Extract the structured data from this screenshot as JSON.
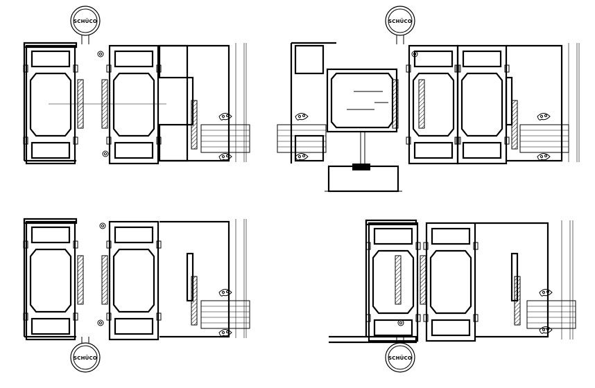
{
  "drawing": {
    "logo_text": "SCHÜCO",
    "colors": {
      "line": "#000000",
      "background": "#ffffff"
    },
    "sections": [
      {
        "id": "top-left",
        "logo_position": "top"
      },
      {
        "id": "top-right",
        "logo_position": "top"
      },
      {
        "id": "bottom-left",
        "logo_position": "bottom"
      },
      {
        "id": "bottom-right",
        "logo_position": "bottom"
      }
    ]
  }
}
